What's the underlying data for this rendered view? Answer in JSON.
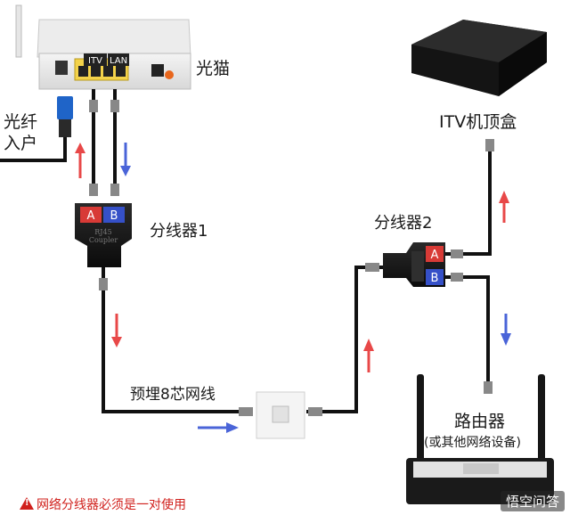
{
  "labels": {
    "modem": "光猫",
    "fiber_line1": "光纤",
    "fiber_line2": "入户",
    "splitter1": "分线器1",
    "splitter2": "分线器2",
    "itv_box": "ITV机顶盒",
    "router": "路由器",
    "router_note": "(或其他网络设备)",
    "cable": "预埋8芯网线",
    "modem_port_itv": "ITV",
    "modem_port_lan": "LAN",
    "port_a": "A",
    "port_b": "B",
    "splitter_print1": "RJ45",
    "splitter_print2": "Coupler"
  },
  "warning": "网络分线器必须是一对使用",
  "watermark": "悟空问答",
  "colors": {
    "red_arrow": "#e84848",
    "blue_arrow": "#4a64d8",
    "port_a": "#d83a36",
    "port_b": "#3550c8",
    "cable": "#111111",
    "warning": "#d0201c"
  }
}
